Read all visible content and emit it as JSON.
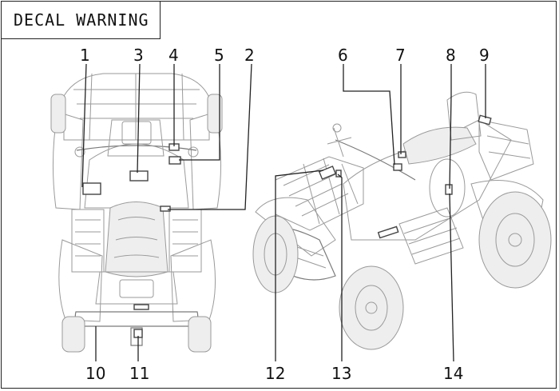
{
  "title": "DECAL WARNING",
  "callouts": [
    "1",
    "2",
    "3",
    "4",
    "5",
    "6",
    "7",
    "8",
    "9",
    "10",
    "11",
    "12",
    "13",
    "14"
  ]
}
